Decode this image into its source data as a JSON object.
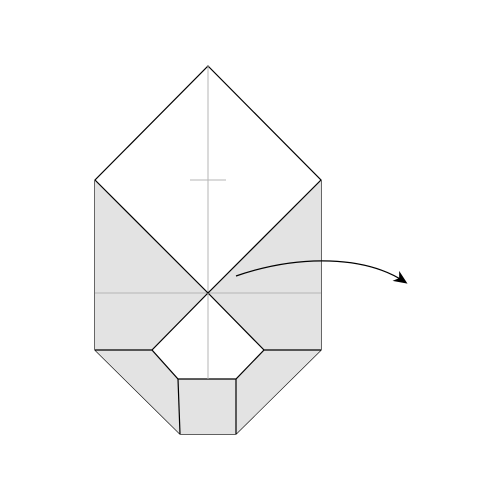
{
  "diagram": {
    "kind": "origami-fold-step",
    "colors": {
      "background": "#ffffff",
      "paper_front": "#ffffff",
      "paper_back": "#e3e3e3",
      "outline": "#000000",
      "crease": "#b5b5b5"
    },
    "instruction": {
      "arrow": "fold-over-arrow",
      "direction": "right"
    }
  }
}
